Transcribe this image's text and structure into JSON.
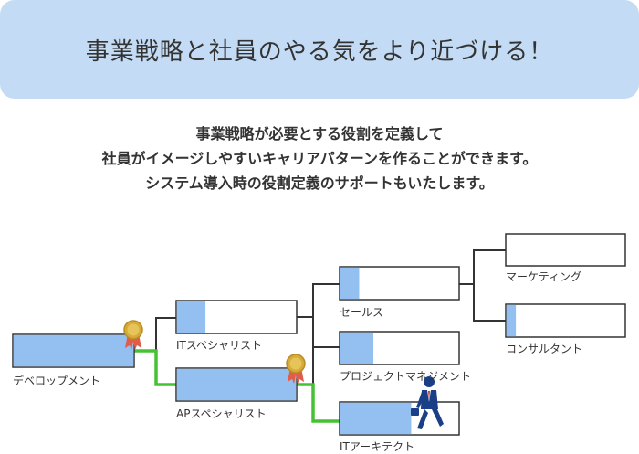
{
  "banner": {
    "title": "事業戦略と社員のやる気をより近づける！"
  },
  "intro": {
    "lines": [
      "事業戦略が必要とする役割を定義して",
      "社員がイメージしやすいキャリアパターンを作ることができます。",
      "システム導入時の役割定義のサポートもいたします。"
    ]
  },
  "diagram": {
    "colors": {
      "fill": "#93c0f0",
      "border": "#333333",
      "line": "#333333",
      "path": "#45c233",
      "medal": "#d6ab3a",
      "person": "#1b3f86"
    },
    "nodes": {
      "development": {
        "label": "デベロップメント",
        "fill": 1.0
      },
      "it_specialist": {
        "label": "ITスペシャリスト",
        "fill": 0.24
      },
      "ap_specialist": {
        "label": "APスペシャリスト",
        "fill": 1.0
      },
      "sales": {
        "label": "セールス",
        "fill": 0.16
      },
      "project_management": {
        "label": "プロジェクトマネジメント",
        "fill": 0.28
      },
      "it_architect": {
        "label": "ITアーキテクト",
        "fill": 0.6
      },
      "marketing": {
        "label": "マーケティング",
        "fill": 0.0
      },
      "consultant": {
        "label": "コンサルタント",
        "fill": 0.08
      }
    },
    "icons": [
      "medal-icon",
      "business-person-icon"
    ]
  }
}
